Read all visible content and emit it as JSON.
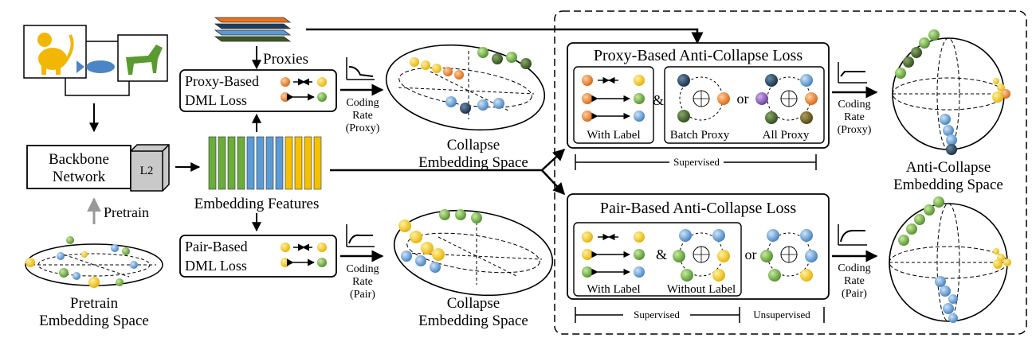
{
  "labels": {
    "proxies": "Proxies",
    "proxy_dml_line1": "Proxy-Based",
    "proxy_dml_line2": "DML Loss",
    "pair_dml_line1": "Pair-Based",
    "pair_dml_line2": "DML Loss",
    "backbone_line1": "Backbone",
    "backbone_line2": "Network",
    "l2": "L2",
    "embedding_features": "Embedding Features",
    "pretrain": "Pretrain",
    "pretrain_space_line1": "Pretrain",
    "pretrain_space_line2": "Embedding Space",
    "coding": "Coding",
    "rate": "Rate",
    "proxy_paren": "(Proxy)",
    "pair_paren": "(Pair)",
    "collapse": "Collapse",
    "embedding_space": "Embedding Space",
    "proxy_anti_title": "Proxy-Based Anti-Collapse Loss",
    "pair_anti_title": "Pair-Based Anti-Collapse Loss",
    "with_label": "With Label",
    "batch_proxy": "Batch Proxy",
    "all_proxy": "All Proxy",
    "without_label": "Without Label",
    "amp": "&",
    "or": "or",
    "supervised": "Supervised",
    "unsupervised": "Unsupervised",
    "anti_collapse": "Anti-Collapse",
    "anti_collapse_space": "Embedding Space"
  },
  "colors": {
    "orange": "#e8731a",
    "yellow": "#f5c000",
    "green": "#6aad3a",
    "blue": "#5b9bd5",
    "navy": "#1f3d5a",
    "darkgreen": "#3c5a22",
    "purple": "#8a5cb0",
    "brown": "#6b5a1a",
    "gray": "#bbbbbb"
  },
  "icons": [
    "monkey-icon",
    "fish-icon",
    "horse-icon"
  ]
}
